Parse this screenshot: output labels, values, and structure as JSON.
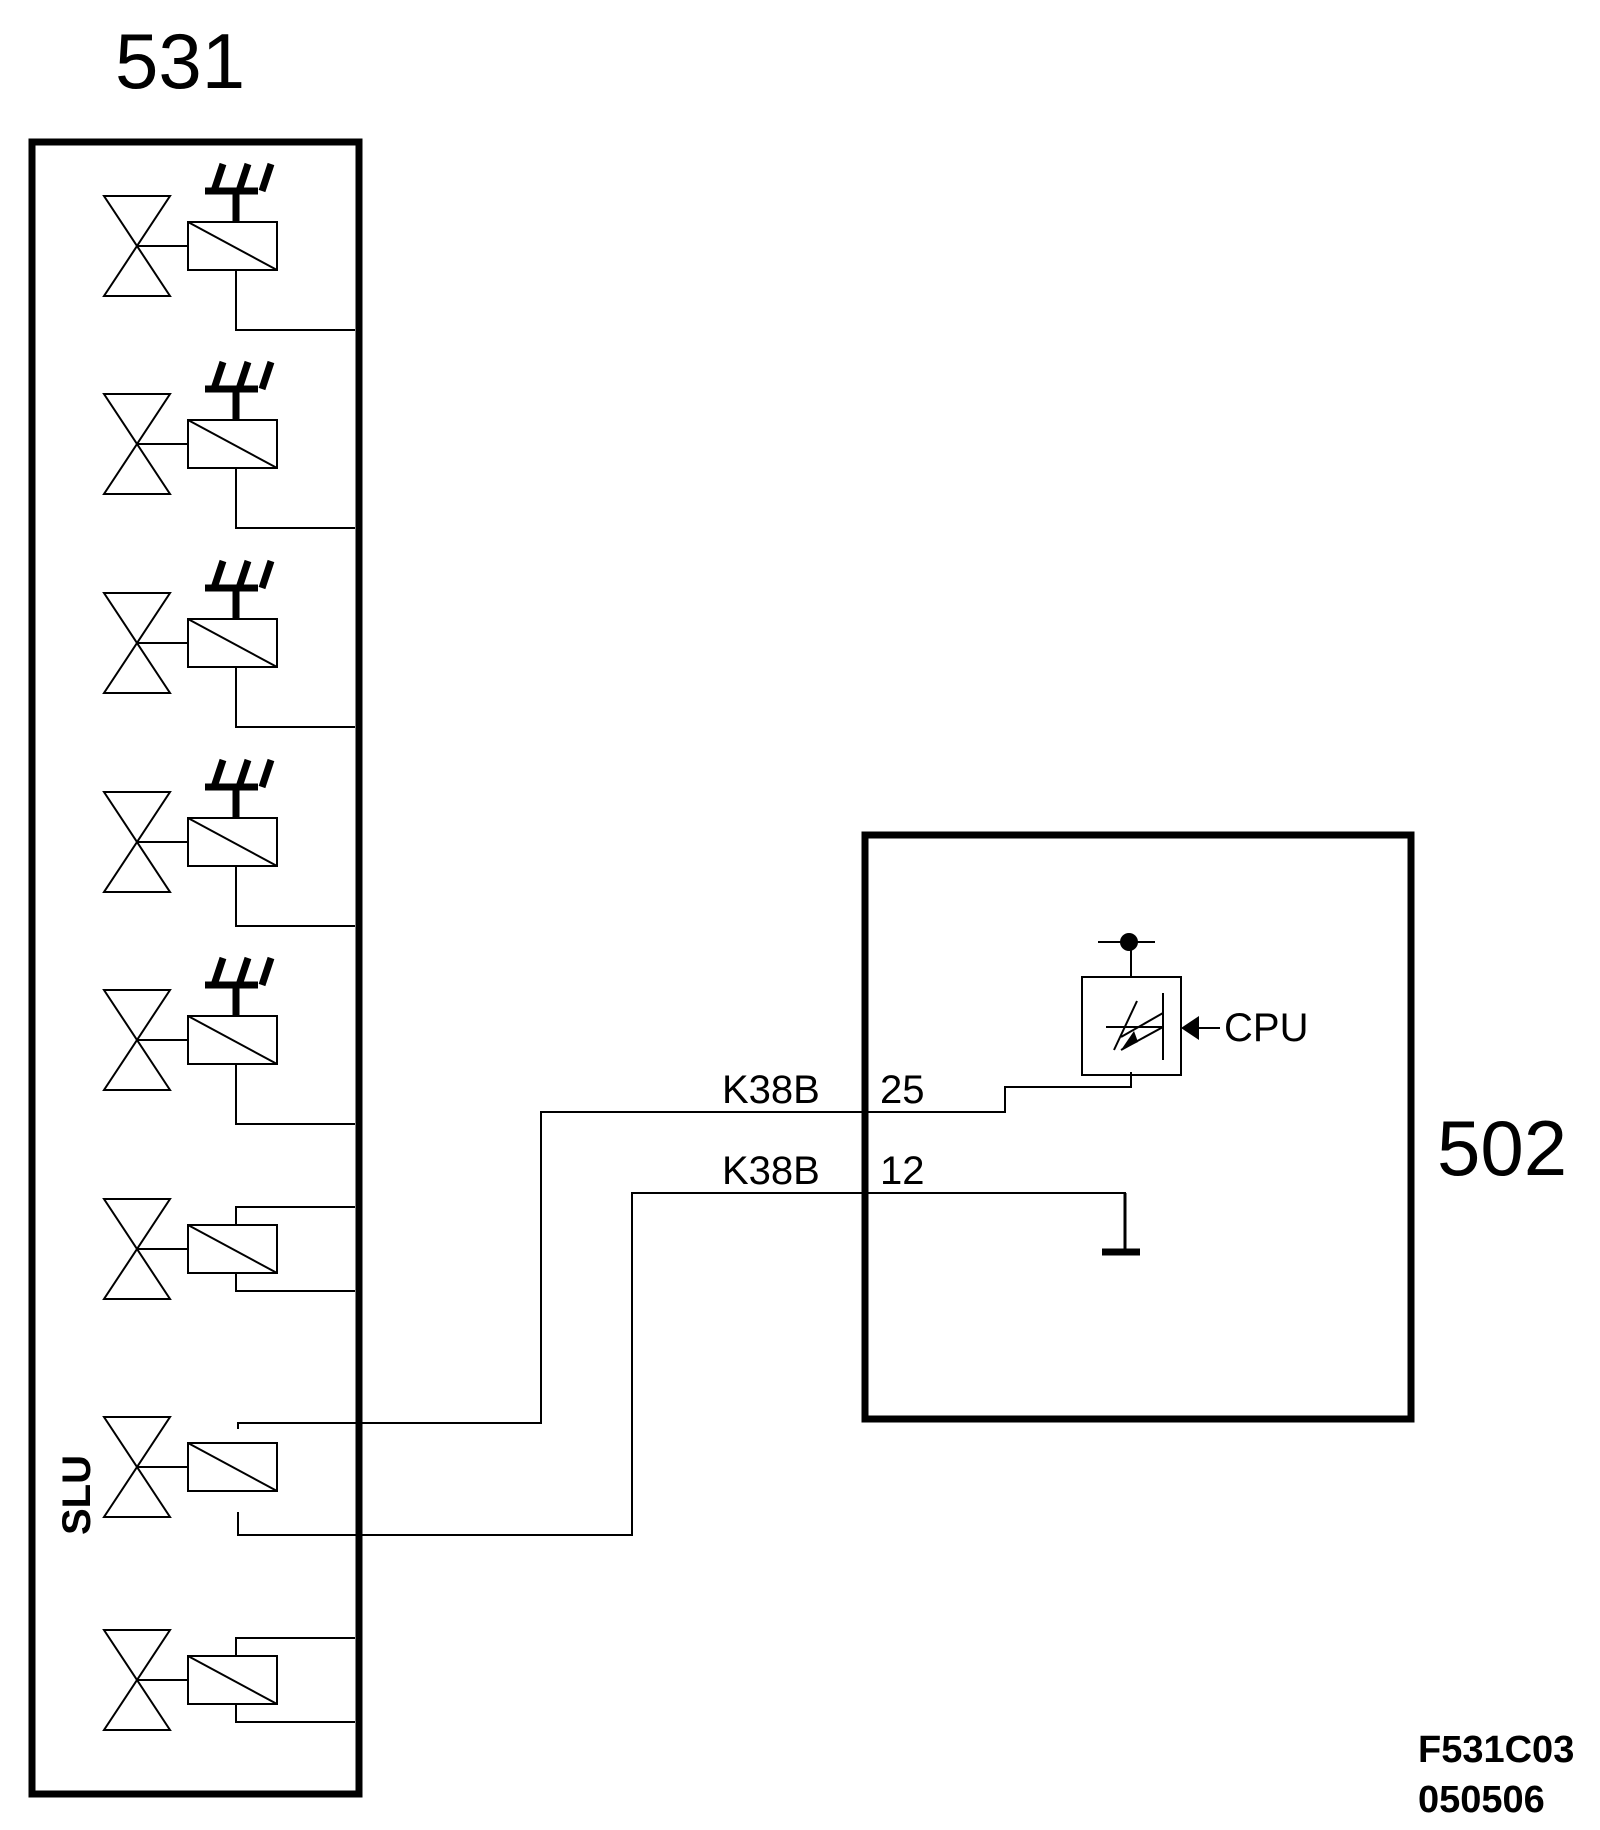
{
  "modules": {
    "left": {
      "number": "531"
    },
    "right": {
      "number": "502"
    }
  },
  "solenoid_label": "SLU",
  "cpu_label": "CPU",
  "connections": [
    {
      "connector": "K38B",
      "pin": "25"
    },
    {
      "connector": "K38B",
      "pin": "12"
    }
  ],
  "figure_ref": {
    "code": "F531C03",
    "date": "050506"
  },
  "solenoids": [
    {
      "index": 1,
      "variable": true
    },
    {
      "index": 2,
      "variable": true
    },
    {
      "index": 3,
      "variable": true
    },
    {
      "index": 4,
      "variable": true
    },
    {
      "index": 5,
      "variable": true
    },
    {
      "index": 6,
      "variable": false
    },
    {
      "index": 7,
      "variable": false,
      "label": "SLU"
    },
    {
      "index": 8,
      "variable": false
    }
  ]
}
